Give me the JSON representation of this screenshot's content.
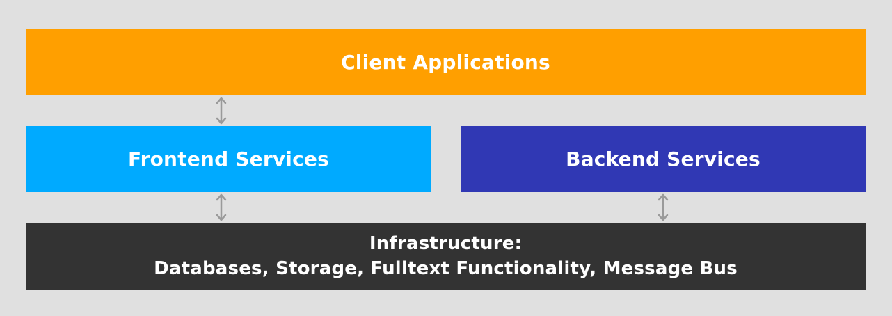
{
  "diagram": {
    "client": {
      "label": "Client Applications",
      "color": "#ff9f00"
    },
    "frontend": {
      "label": "Frontend Services",
      "color": "#00aaff"
    },
    "backend": {
      "label": "Backend Services",
      "color": "#3038b4"
    },
    "infrastructure": {
      "line1": "Infrastructure:",
      "line2": "Databases, Storage, Fulltext Functionality, Message Bus",
      "color": "#333333"
    },
    "arrow_color": "#9a9a9a",
    "connections": [
      {
        "from": "client",
        "to": "frontend",
        "direction": "bidirectional"
      },
      {
        "from": "frontend",
        "to": "infrastructure",
        "direction": "bidirectional"
      },
      {
        "from": "backend",
        "to": "infrastructure",
        "direction": "bidirectional"
      }
    ]
  }
}
